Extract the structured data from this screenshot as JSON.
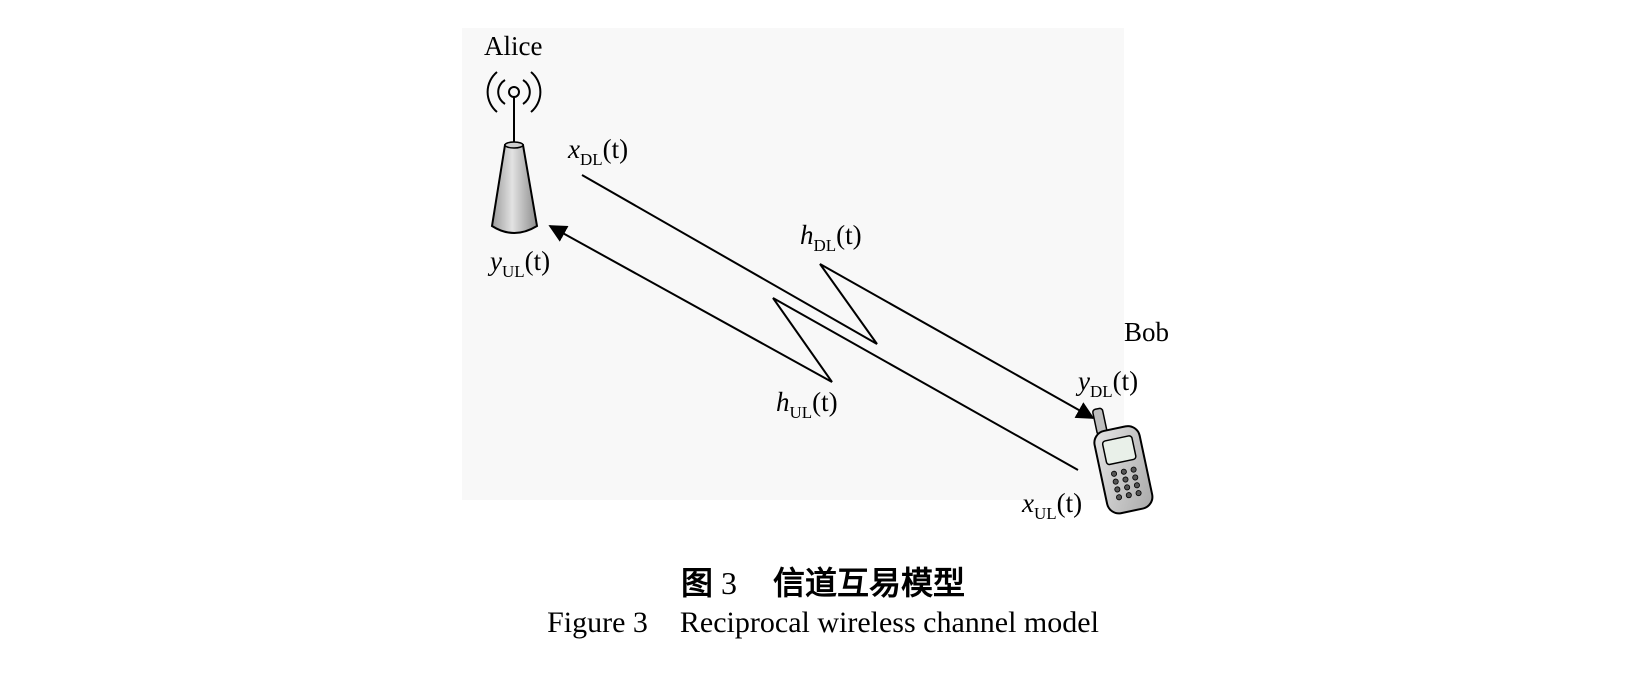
{
  "nodes": {
    "alice": "Alice",
    "bob": "Bob"
  },
  "signals": {
    "x_dl": {
      "base": "x",
      "sub": "DL",
      "arg": "(t)"
    },
    "y_ul": {
      "base": "y",
      "sub": "UL",
      "arg": "(t)"
    },
    "h_dl": {
      "base": "h",
      "sub": "DL",
      "arg": "(t)"
    },
    "h_ul": {
      "base": "h",
      "sub": "UL",
      "arg": "(t)"
    },
    "y_dl": {
      "base": "y",
      "sub": "DL",
      "arg": "(t)"
    },
    "x_ul": {
      "base": "x",
      "sub": "UL",
      "arg": "(t)"
    }
  },
  "caption": {
    "cn_prefix": "图",
    "cn_number": "3",
    "cn_title": "信道互易模型",
    "en_prefix": "Figure 3",
    "en_title": "Reciprocal wireless channel model"
  },
  "icons": [
    "antenna-icon",
    "base-station-icon",
    "mobile-phone-icon"
  ],
  "colors": {
    "background": "#ffffff",
    "panel": "#f7f7f7",
    "line": "#000000",
    "tower": "#b8b8b8",
    "phone": "#c8c8c8"
  }
}
